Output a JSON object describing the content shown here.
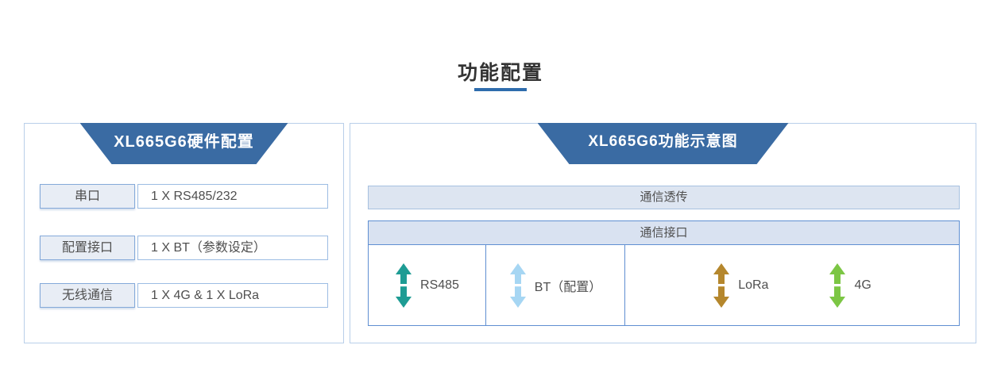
{
  "page": {
    "title": "功能配置"
  },
  "colors": {
    "header_blue": "#3a6ba3",
    "title_underline": "#2e6cad",
    "panel_border": "#b9cfe9",
    "table_border": "#5f8fd2",
    "bar_fill": "#dde5f1",
    "arrow_rs485": "#1e9c94",
    "arrow_bt": "#a6d6f3",
    "arrow_lora": "#b5872d",
    "arrow_4g": "#7cc644"
  },
  "hardware_panel": {
    "title": "XL665G6硬件配置",
    "rows": [
      {
        "label": "串口",
        "value": "1 X RS485/232"
      },
      {
        "label": "配置接口",
        "value": "1 X BT（参数设定）"
      },
      {
        "label": "无线通信",
        "value": "1 X 4G & 1 X LoRa"
      }
    ]
  },
  "function_panel": {
    "title": "XL665G6功能示意图",
    "transparent_bar_label": "通信透传",
    "interface_header_label": "通信接口",
    "interfaces": [
      {
        "label": "RS485",
        "arrow_color": "#1e9c94"
      },
      {
        "label": "BT（配置）",
        "arrow_color": "#a6d6f3"
      },
      {
        "label": "LoRa",
        "arrow_color": "#b5872d"
      },
      {
        "label": "4G",
        "arrow_color": "#7cc644"
      }
    ]
  }
}
